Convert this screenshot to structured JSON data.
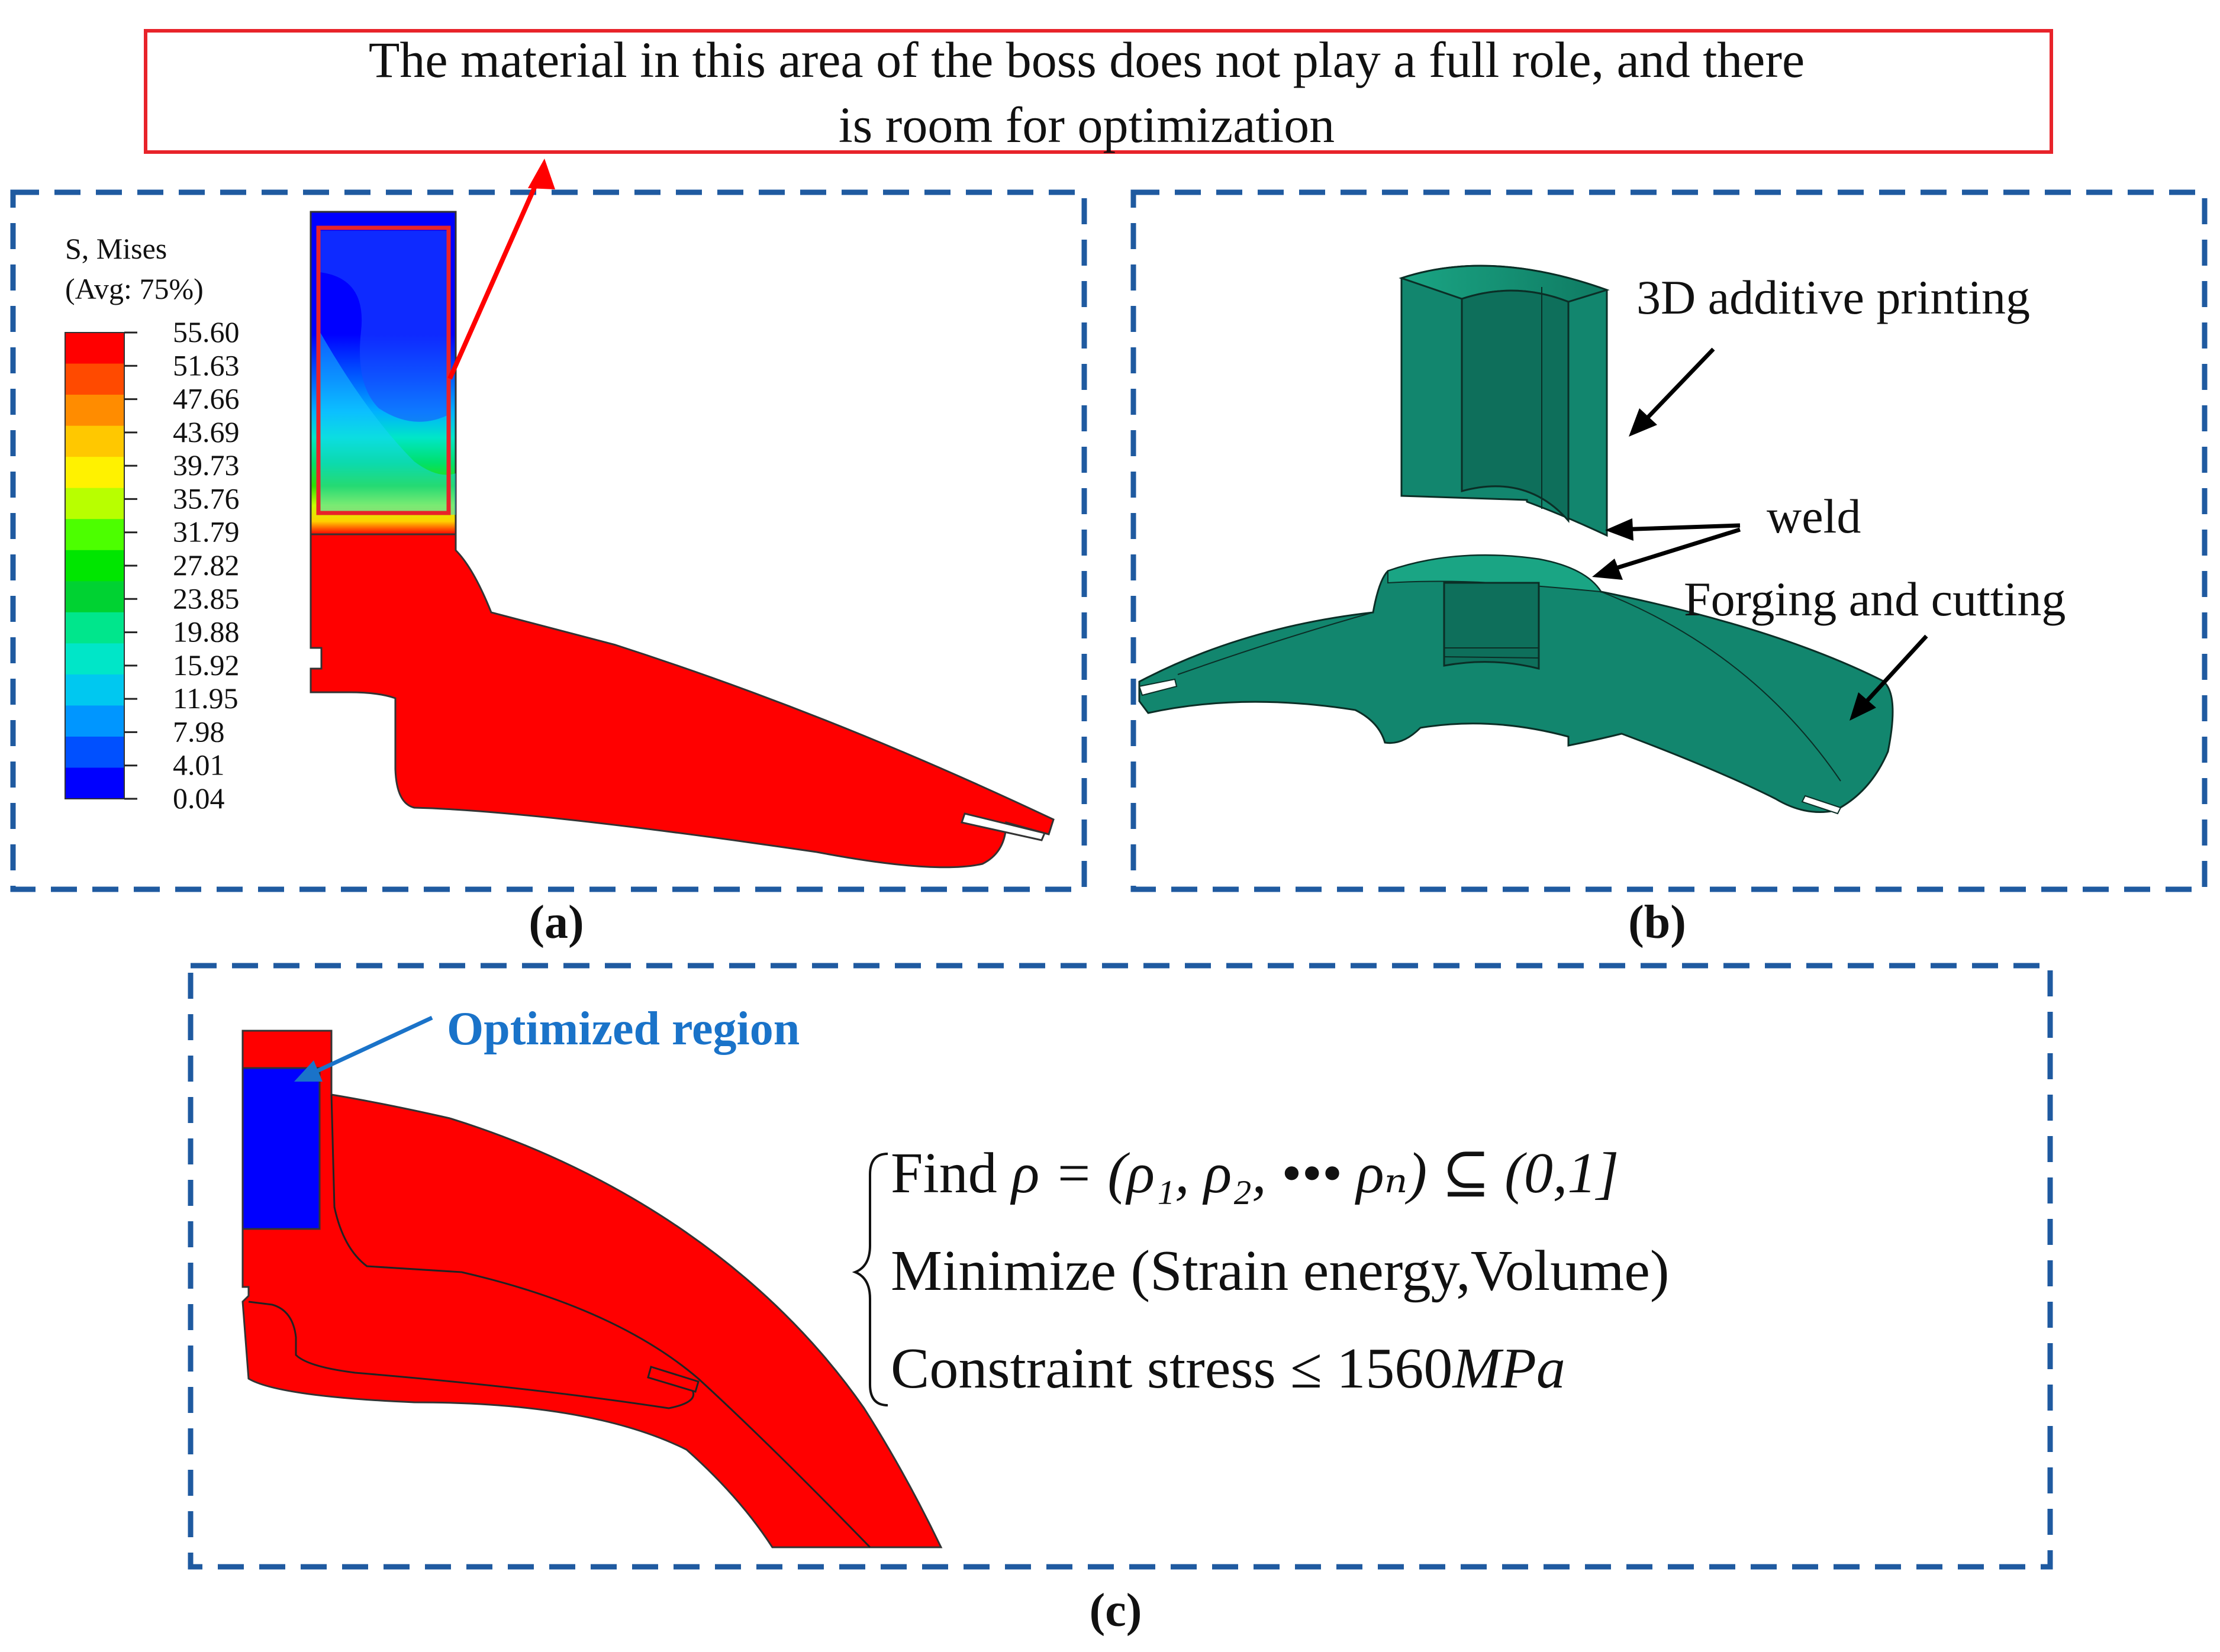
{
  "callout": {
    "line1": "The material in this area of the boss does not play a full role, and there",
    "line2": "is room for  optimization"
  },
  "panel_a": {
    "label": "(a)",
    "legend_title_1": "S, Mises",
    "legend_title_2": "(Avg: 75%)",
    "legend_values": [
      "55.60",
      "51.63",
      "47.66",
      "43.69",
      "39.73",
      "35.76",
      "31.79",
      "27.82",
      "23.85",
      "19.88",
      "15.92",
      "11.95",
      "7.98",
      "4.01",
      "0.04"
    ],
    "legend_colors": [
      "#ff0000",
      "#ff4a00",
      "#ff8c00",
      "#ffc800",
      "#fff200",
      "#b8ff00",
      "#4cff00",
      "#00e600",
      "#00d232",
      "#00e68c",
      "#00e6c8",
      "#00c8f0",
      "#0096ff",
      "#0050ff",
      "#0000ff"
    ]
  },
  "panel_b": {
    "label": "(b)",
    "ann_printing": "3D additive printing",
    "ann_weld": "weld",
    "ann_forging": "Forging and cutting"
  },
  "panel_c": {
    "label": "(c)",
    "optimized_label": "Optimized region",
    "eq_line1_prefix": "Find ",
    "eq_line1_math": "ρ = (ρ₁, ρ₂, ••• ρₙ) ⊆ (0,1]",
    "eq_line2": "Minimize (Strain energy,Volume)",
    "eq_line3_prefix": "Constraint stress ≤ 1560",
    "eq_line3_unit": "MPa"
  },
  "colors": {
    "panel_border": "#1f5aa0",
    "callout_border": "#e8232a",
    "stress_red": "#ff0000",
    "stress_blue": "#0000ff",
    "model_teal": "#12866e",
    "label_blue": "#1a73c9"
  }
}
